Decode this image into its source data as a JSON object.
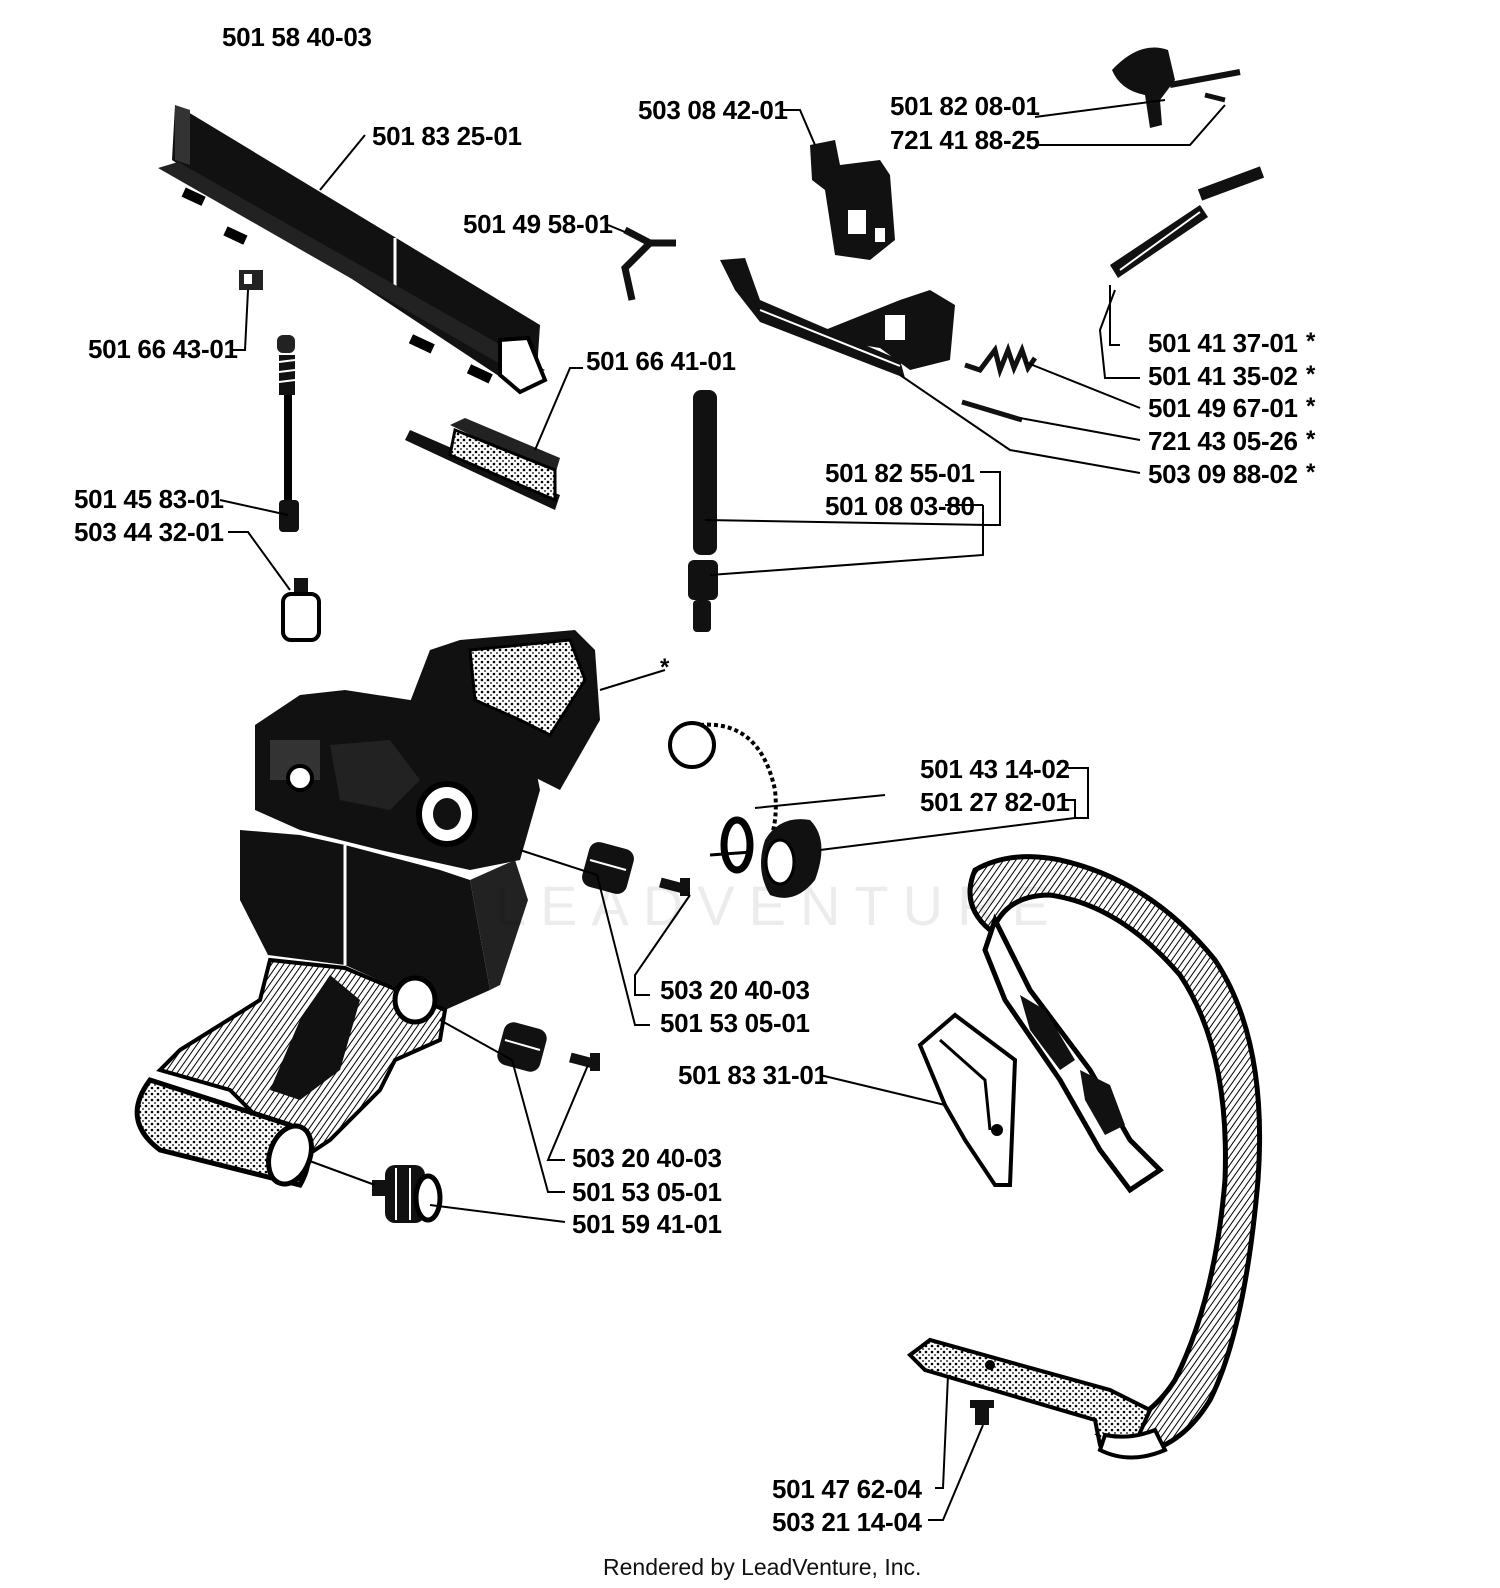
{
  "assembly_number": "501 58 40-03",
  "watermark": "LEADVENTURE",
  "credit": "Rendered by LeadVenture, Inc.",
  "star": "*",
  "labels": {
    "p501_83_25_01": "501 83 25-01",
    "p501_49_58_01": "501 49 58-01",
    "p503_08_42_01": "503 08 42-01",
    "p501_82_08_01": "501 82 08-01",
    "p721_41_88_25": "721 41 88-25",
    "p501_66_43_01": "501 66 43-01",
    "p501_66_41_01": "501 66 41-01",
    "p501_41_37_01": "501 41 37-01",
    "p501_41_35_02": "501 41 35-02",
    "p501_49_67_01": "501 49 67-01",
    "p721_43_05_26": "721 43 05-26",
    "p503_09_88_02": "503 09 88-02",
    "p501_82_55_01": "501 82 55-01",
    "p501_08_03_80": "501 08 03-80",
    "p501_45_83_01": "501 45 83-01",
    "p503_44_32_01": "503 44 32-01",
    "p501_43_14_02": "501 43 14-02",
    "p501_27_82_01": "501 27 82-01",
    "p503_20_40_03_a": "503 20 40-03",
    "p501_53_05_01_a": "501 53 05-01",
    "p501_83_31_01": "501 83 31-01",
    "p503_20_40_03_b": "503 20 40-03",
    "p501_53_05_01_b": "501 53 05-01",
    "p501_59_41_01": "501 59 41-01",
    "p501_47_62_04": "501 47 62-04",
    "p503_21_14_04": "503 21 14-04"
  }
}
